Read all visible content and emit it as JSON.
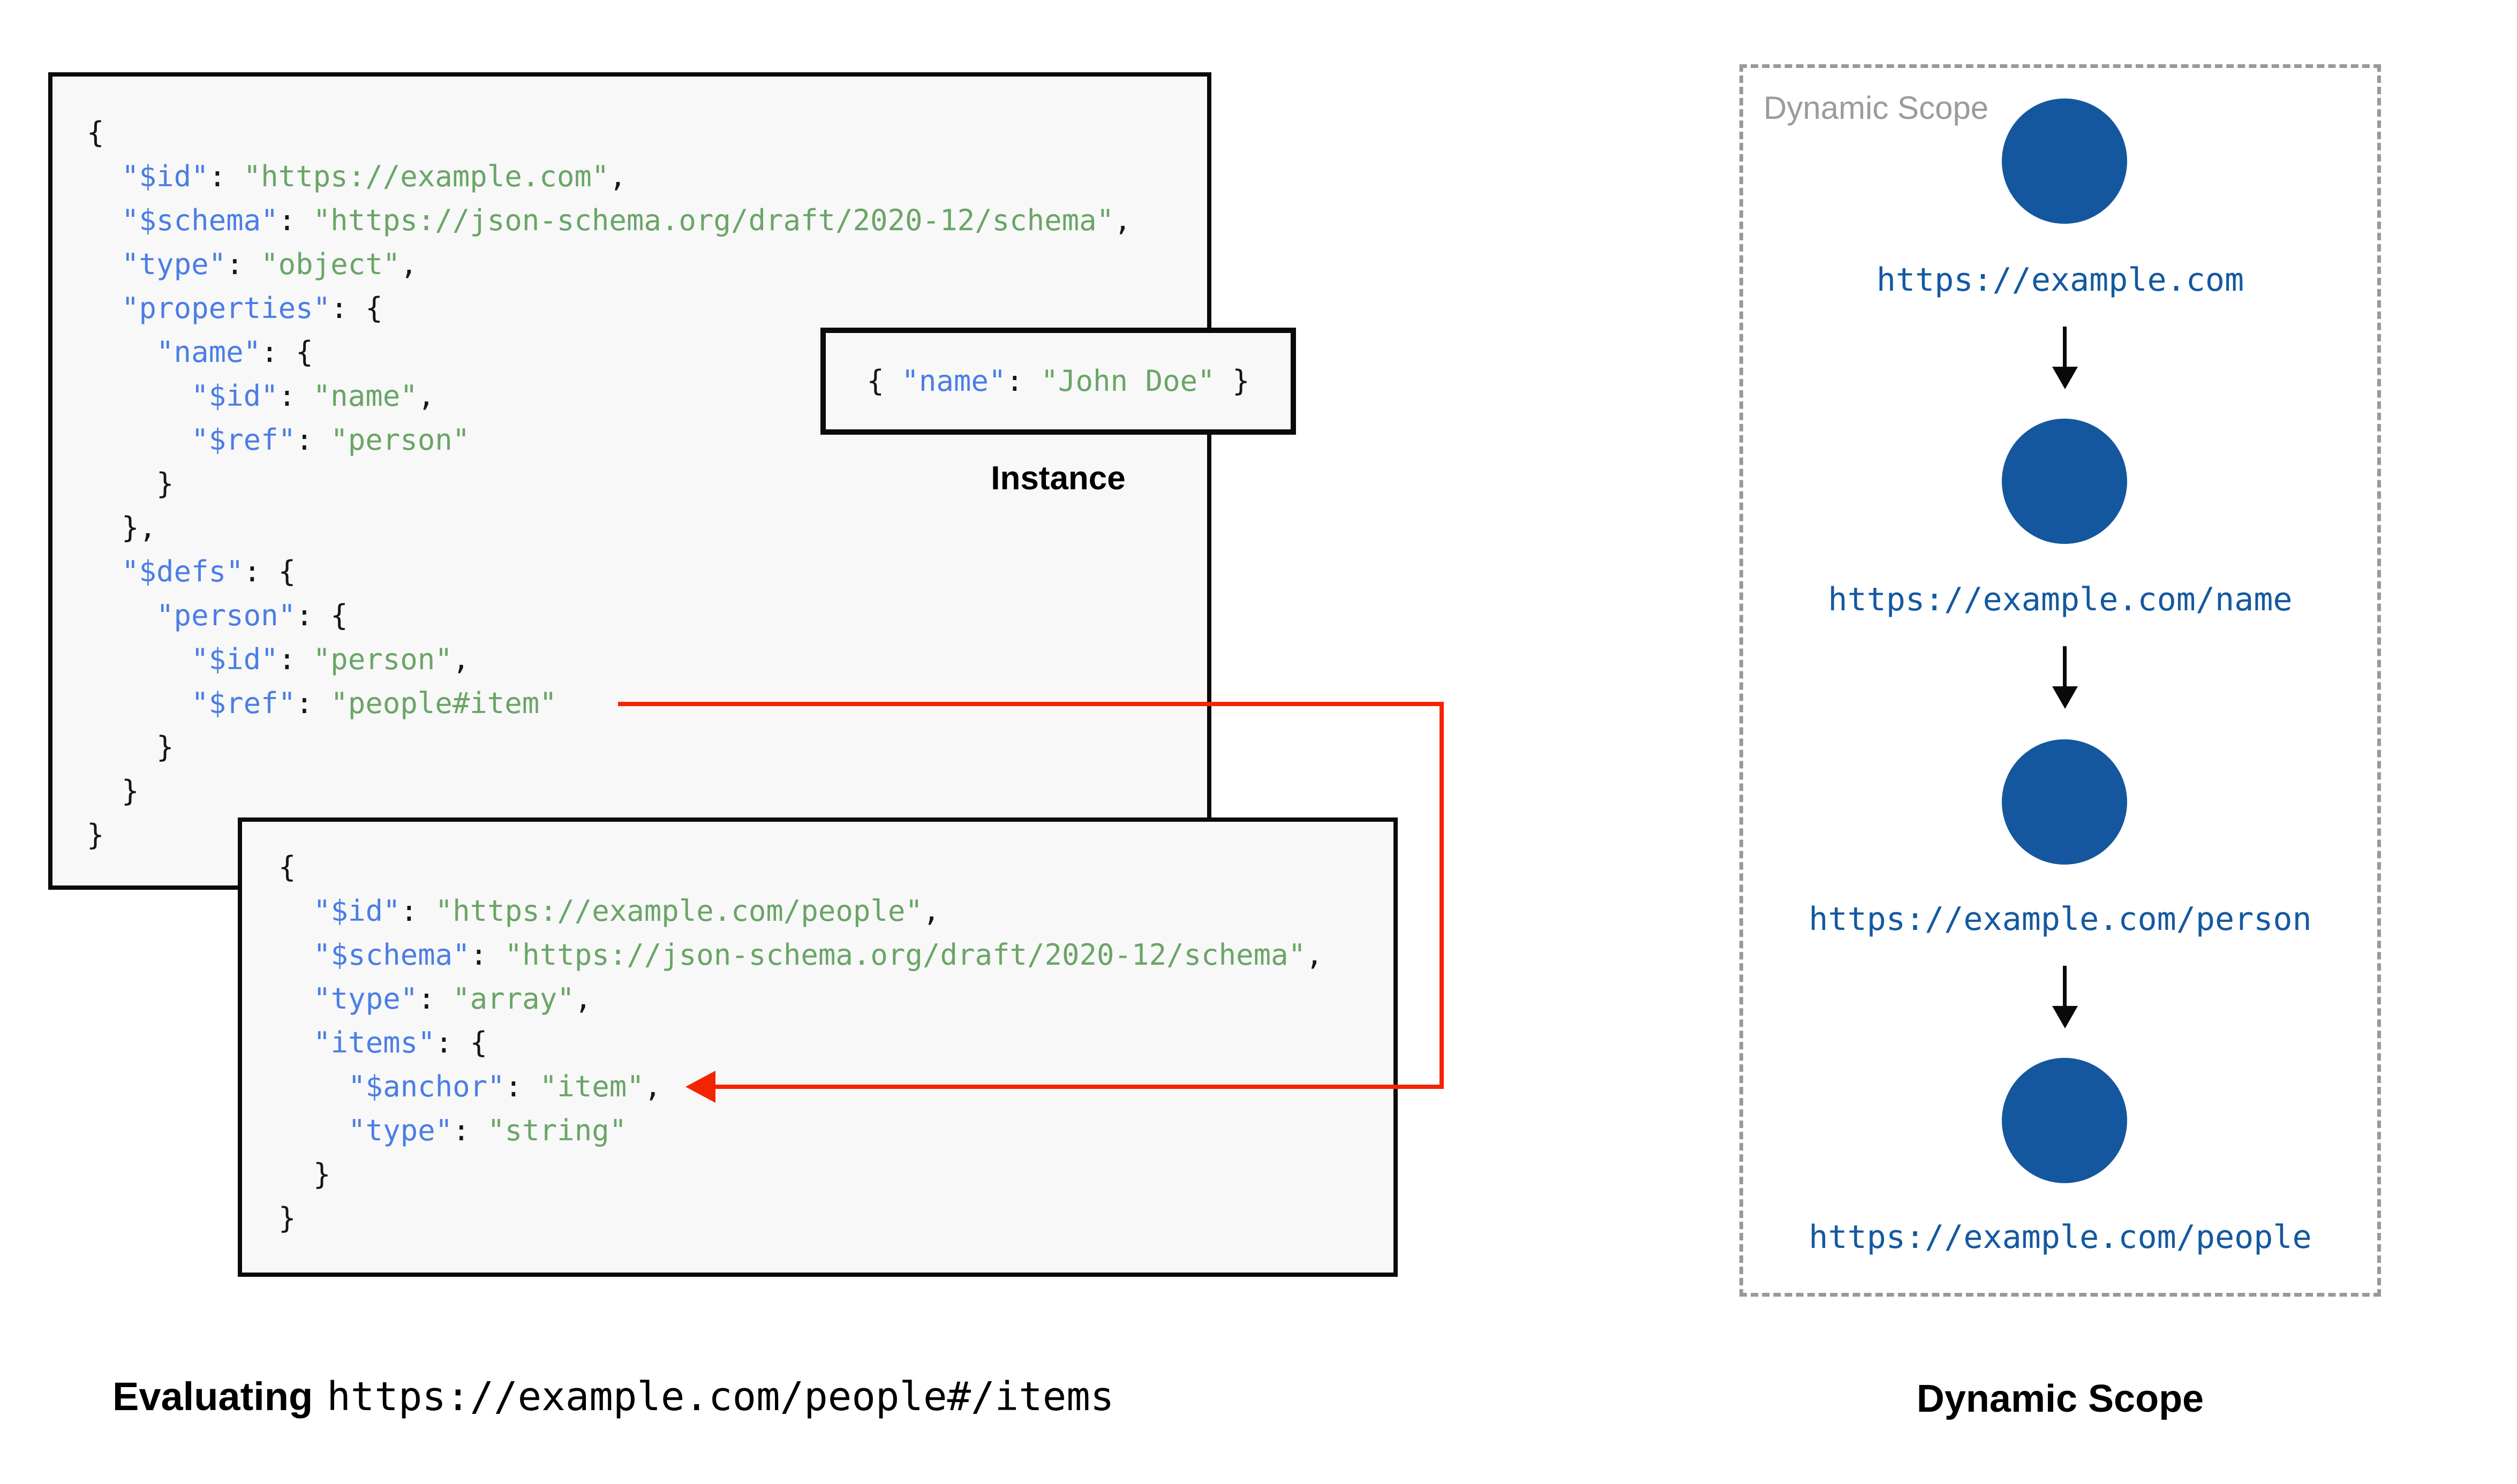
{
  "colors": {
    "key": "#4b7ee4",
    "str": "#6aa567",
    "punct": "#161616",
    "red": "#f32500",
    "node_fill": "#14579e",
    "node_label": "#1459a0",
    "watermark": "#9b9b9b",
    "box_bg": "#f8f8f8",
    "box_border": "#0a0a0a"
  },
  "schema1": {
    "lines": [
      "{",
      "  \"$id\": \"https://example.com\",",
      "  \"$schema\": \"https://json-schema.org/draft/2020-12/schema\",",
      "  \"type\": \"object\",",
      "  \"properties\": {",
      "    \"name\": {",
      "      \"$id\": \"name\",",
      "      \"$ref\": \"person\"",
      "    }",
      "  },",
      "  \"$defs\": {",
      "    \"person\": {",
      "      \"$id\": \"person\",",
      "      \"$ref\": \"people#item\"",
      "    }",
      "  }",
      "}"
    ]
  },
  "schema2": {
    "lines": [
      "{",
      "  \"$id\": \"https://example.com/people\",",
      "  \"$schema\": \"https://json-schema.org/draft/2020-12/schema\",",
      "  \"type\": \"array\",",
      "  \"items\": {",
      "    \"$anchor\": \"item\",",
      "    \"type\": \"string\"",
      "  }",
      "}"
    ]
  },
  "instance": {
    "code_lines": [
      "{ \"name\": \"John Doe\" }"
    ],
    "label": "Instance"
  },
  "evaluating": {
    "prefix": "Evaluating",
    "uri": "https://example.com/people#/items"
  },
  "dynamic_scope": {
    "watermark": "Dynamic Scope",
    "caption": "Dynamic Scope",
    "nodes": [
      "https://example.com",
      "https://example.com/name",
      "https://example.com/person",
      "https://example.com/people"
    ]
  }
}
